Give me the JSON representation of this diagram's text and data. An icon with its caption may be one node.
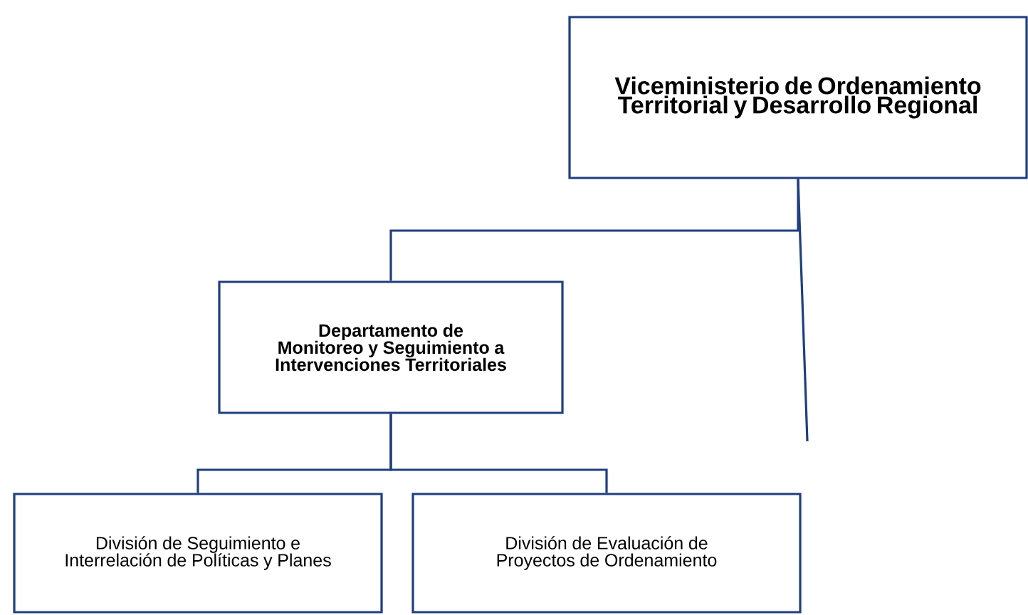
{
  "diagram": {
    "nodes": [
      {
        "text": [
          "Viceministerio de Ordenamiento Territorial y Desarrollo Regional"
        ]
      },
      {
        "text": [
          "Departamento de Monitoreo y Seguimiento a Intervenciones Territoriales"
        ]
      },
      {
        "text": [
          "División de Seguimiento e Interrelación de Políticas y Planes"
        ]
      },
      {
        "text": [
          "División de Evaluación de Proyectos de Ordenamiento"
        ]
      }
    ],
    "edges": [
      {
        "from": 0,
        "to": 1,
        "arrow": "none"
      },
      {
        "from": 1,
        "to": 2,
        "arrow": "none"
      },
      {
        "from": 1,
        "to": 3,
        "arrow": "none"
      },
      {
        "from": 0,
        "to": null,
        "arrow": "none"
      }
    ]
  }
}
